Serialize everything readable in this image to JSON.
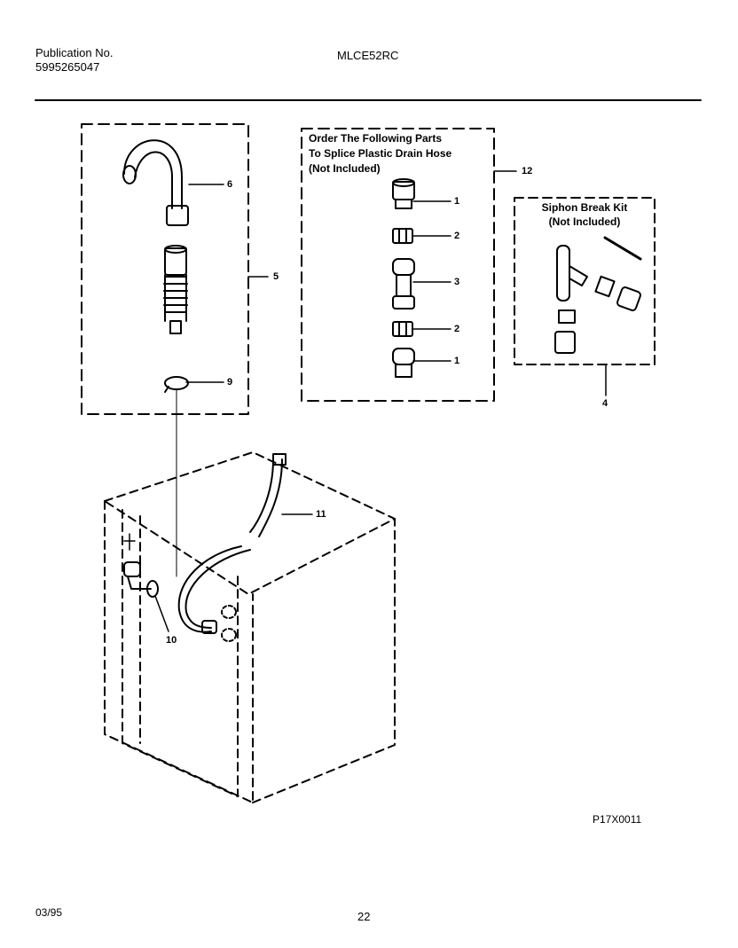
{
  "header": {
    "publication_label": "Publication No.",
    "publication_number": "5995265047",
    "model": "MLCE52RC"
  },
  "boxes": {
    "splice_kit_heading": [
      "Order The Following Parts",
      "To Splice Plastic Drain Hose",
      "(Not Included)"
    ],
    "siphon_kit_heading": [
      "Siphon Break Kit",
      "(Not Included)"
    ]
  },
  "callouts": {
    "c6": "6",
    "c5": "5",
    "c9": "9",
    "c12": "12",
    "c1a": "1",
    "c2a": "2",
    "c3": "3",
    "c2b": "2",
    "c1b": "1",
    "c4": "4",
    "c11": "11",
    "c10": "10"
  },
  "footer": {
    "drawing_code": "P17X0011",
    "date": "03/95",
    "page": "22"
  },
  "colors": {
    "ink": "#000000",
    "paper": "#ffffff"
  }
}
